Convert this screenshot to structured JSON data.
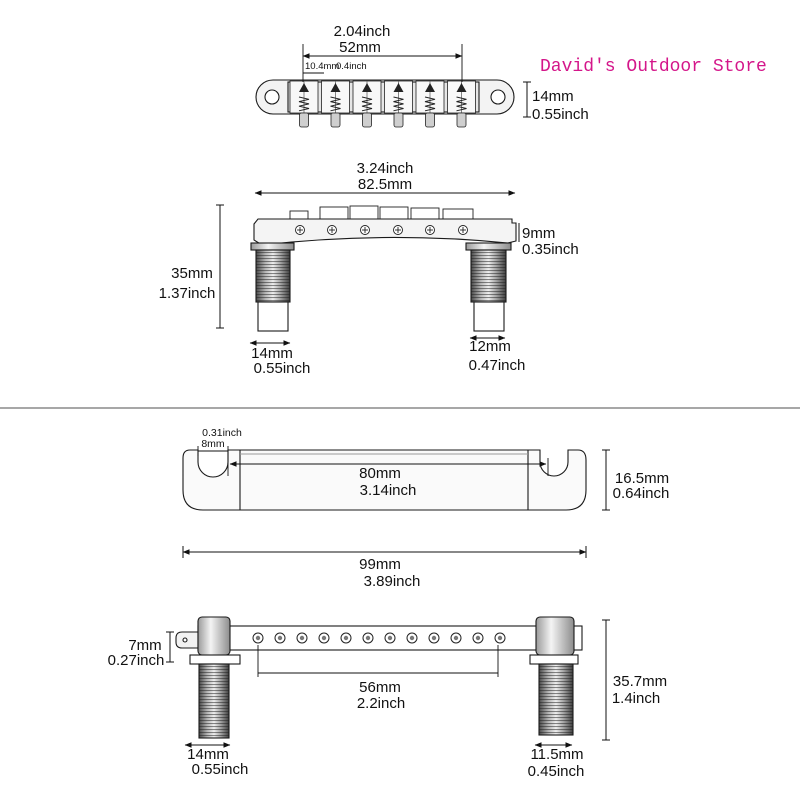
{
  "watermark": "David's Outdoor Store",
  "bridge_top": {
    "width_in": "2.04inch",
    "width_mm": "52mm",
    "spacing_mm": "10.4mm",
    "spacing_in": "0.4inch",
    "height_mm": "14mm",
    "height_in": "0.55inch"
  },
  "bridge_side": {
    "length_in": "3.24inch",
    "length_mm": "82.5mm",
    "body_mm": "9mm",
    "body_in": "0.35inch",
    "height_mm": "35mm",
    "height_in": "1.37inch",
    "left_post_mm": "14mm",
    "left_post_in": "0.55inch",
    "right_post_mm": "12mm",
    "right_post_in": "0.47inch"
  },
  "tailpiece_top": {
    "slot_in": "0.31inch",
    "slot_mm": "8mm",
    "inner_mm": "80mm",
    "inner_in": "3.14inch",
    "depth_mm": "16.5mm",
    "depth_in": "0.64inch",
    "length_mm": "99mm",
    "length_in": "3.89inch"
  },
  "tailpiece_side": {
    "end_mm": "7mm",
    "end_in": "0.27inch",
    "hole_span_mm": "56mm",
    "hole_span_in": "2.2inch",
    "height_mm": "35.7mm",
    "height_in": "1.4inch",
    "left_stud_mm": "14mm",
    "left_stud_in": "0.55inch",
    "right_stud_mm": "11.5mm",
    "right_stud_in": "0.45inch"
  },
  "colors": {
    "watermark": "#d4168a",
    "divider": "#8a8a8a"
  }
}
